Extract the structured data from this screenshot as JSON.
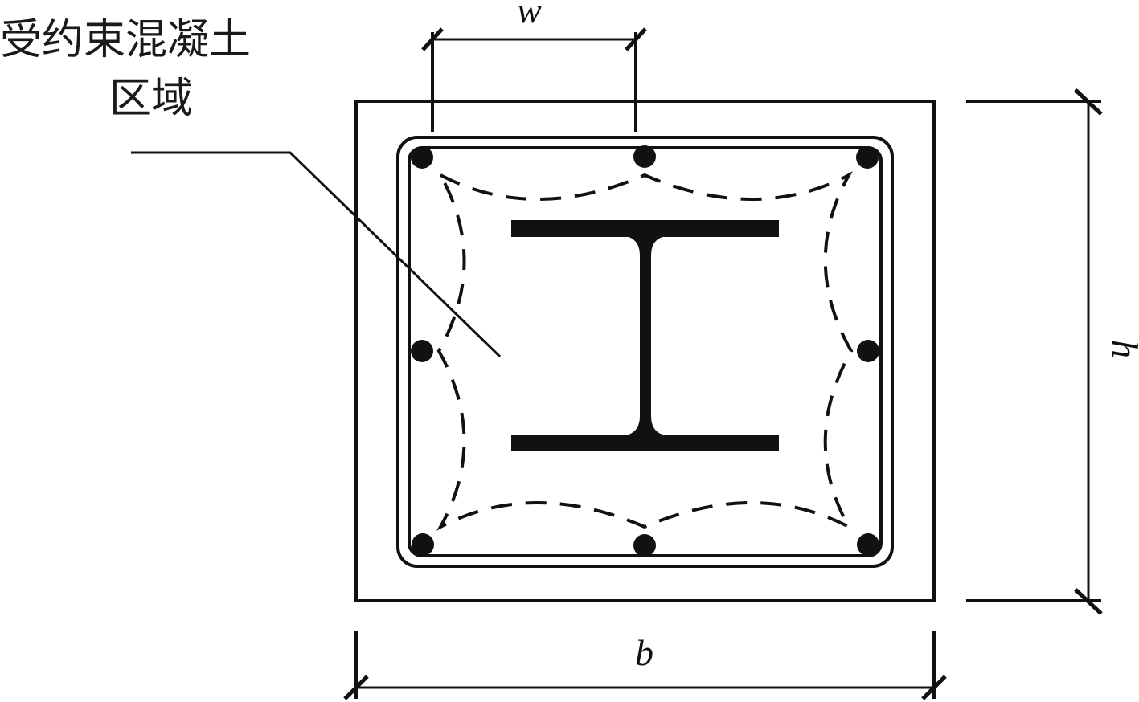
{
  "annotation": {
    "line1": "受约束混凝土",
    "line2": "区域"
  },
  "dimensions": {
    "w": "w",
    "b": "b",
    "h": "h"
  },
  "colors": {
    "ink": "#111111",
    "paper": "#ffffff"
  }
}
